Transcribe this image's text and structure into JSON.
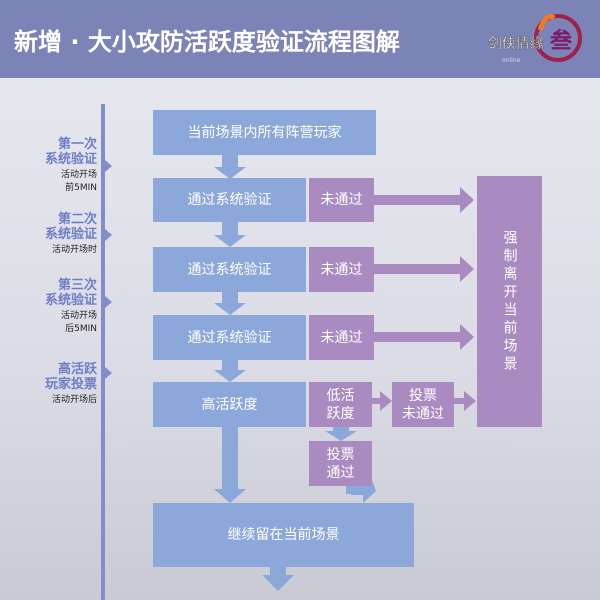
{
  "header": {
    "title": "新增 · 大小攻防活跃度验证流程图解",
    "logo_text": "剑侠情缘 叁 online"
  },
  "timeline": [
    {
      "title": "第一次系统验证",
      "title_l1": "第一次",
      "title_l2": "系统验证",
      "time_l1": "活动开场",
      "time_l2": "前5MIN"
    },
    {
      "title_l1": "第二次",
      "title_l2": "系统验证",
      "time_l1": "活动开场时",
      "time_l2": ""
    },
    {
      "title_l1": "第三次",
      "title_l2": "系统验证",
      "time_l1": "活动开场",
      "time_l2": "后5MIN"
    },
    {
      "title_l1": "高活跃",
      "title_l2": "玩家投票",
      "time_l1": "活动开场后",
      "time_l2": ""
    }
  ],
  "flow": {
    "start": "当前场景内所有阵营玩家",
    "pass": "通过系统验证",
    "fail": "未通过",
    "high": "高活跃度",
    "low_l1": "低活",
    "low_l2": "跃度",
    "vote_fail_l1": "投票",
    "vote_fail_l2": "未通过",
    "vote_pass_l1": "投票",
    "vote_pass_l2": "通过",
    "stay": "继续留在当前场景",
    "leave": "强制离开当前场景"
  },
  "colors": {
    "header": "#7c83b7",
    "blue": "#8ca7da",
    "purple": "#a98bc2"
  }
}
